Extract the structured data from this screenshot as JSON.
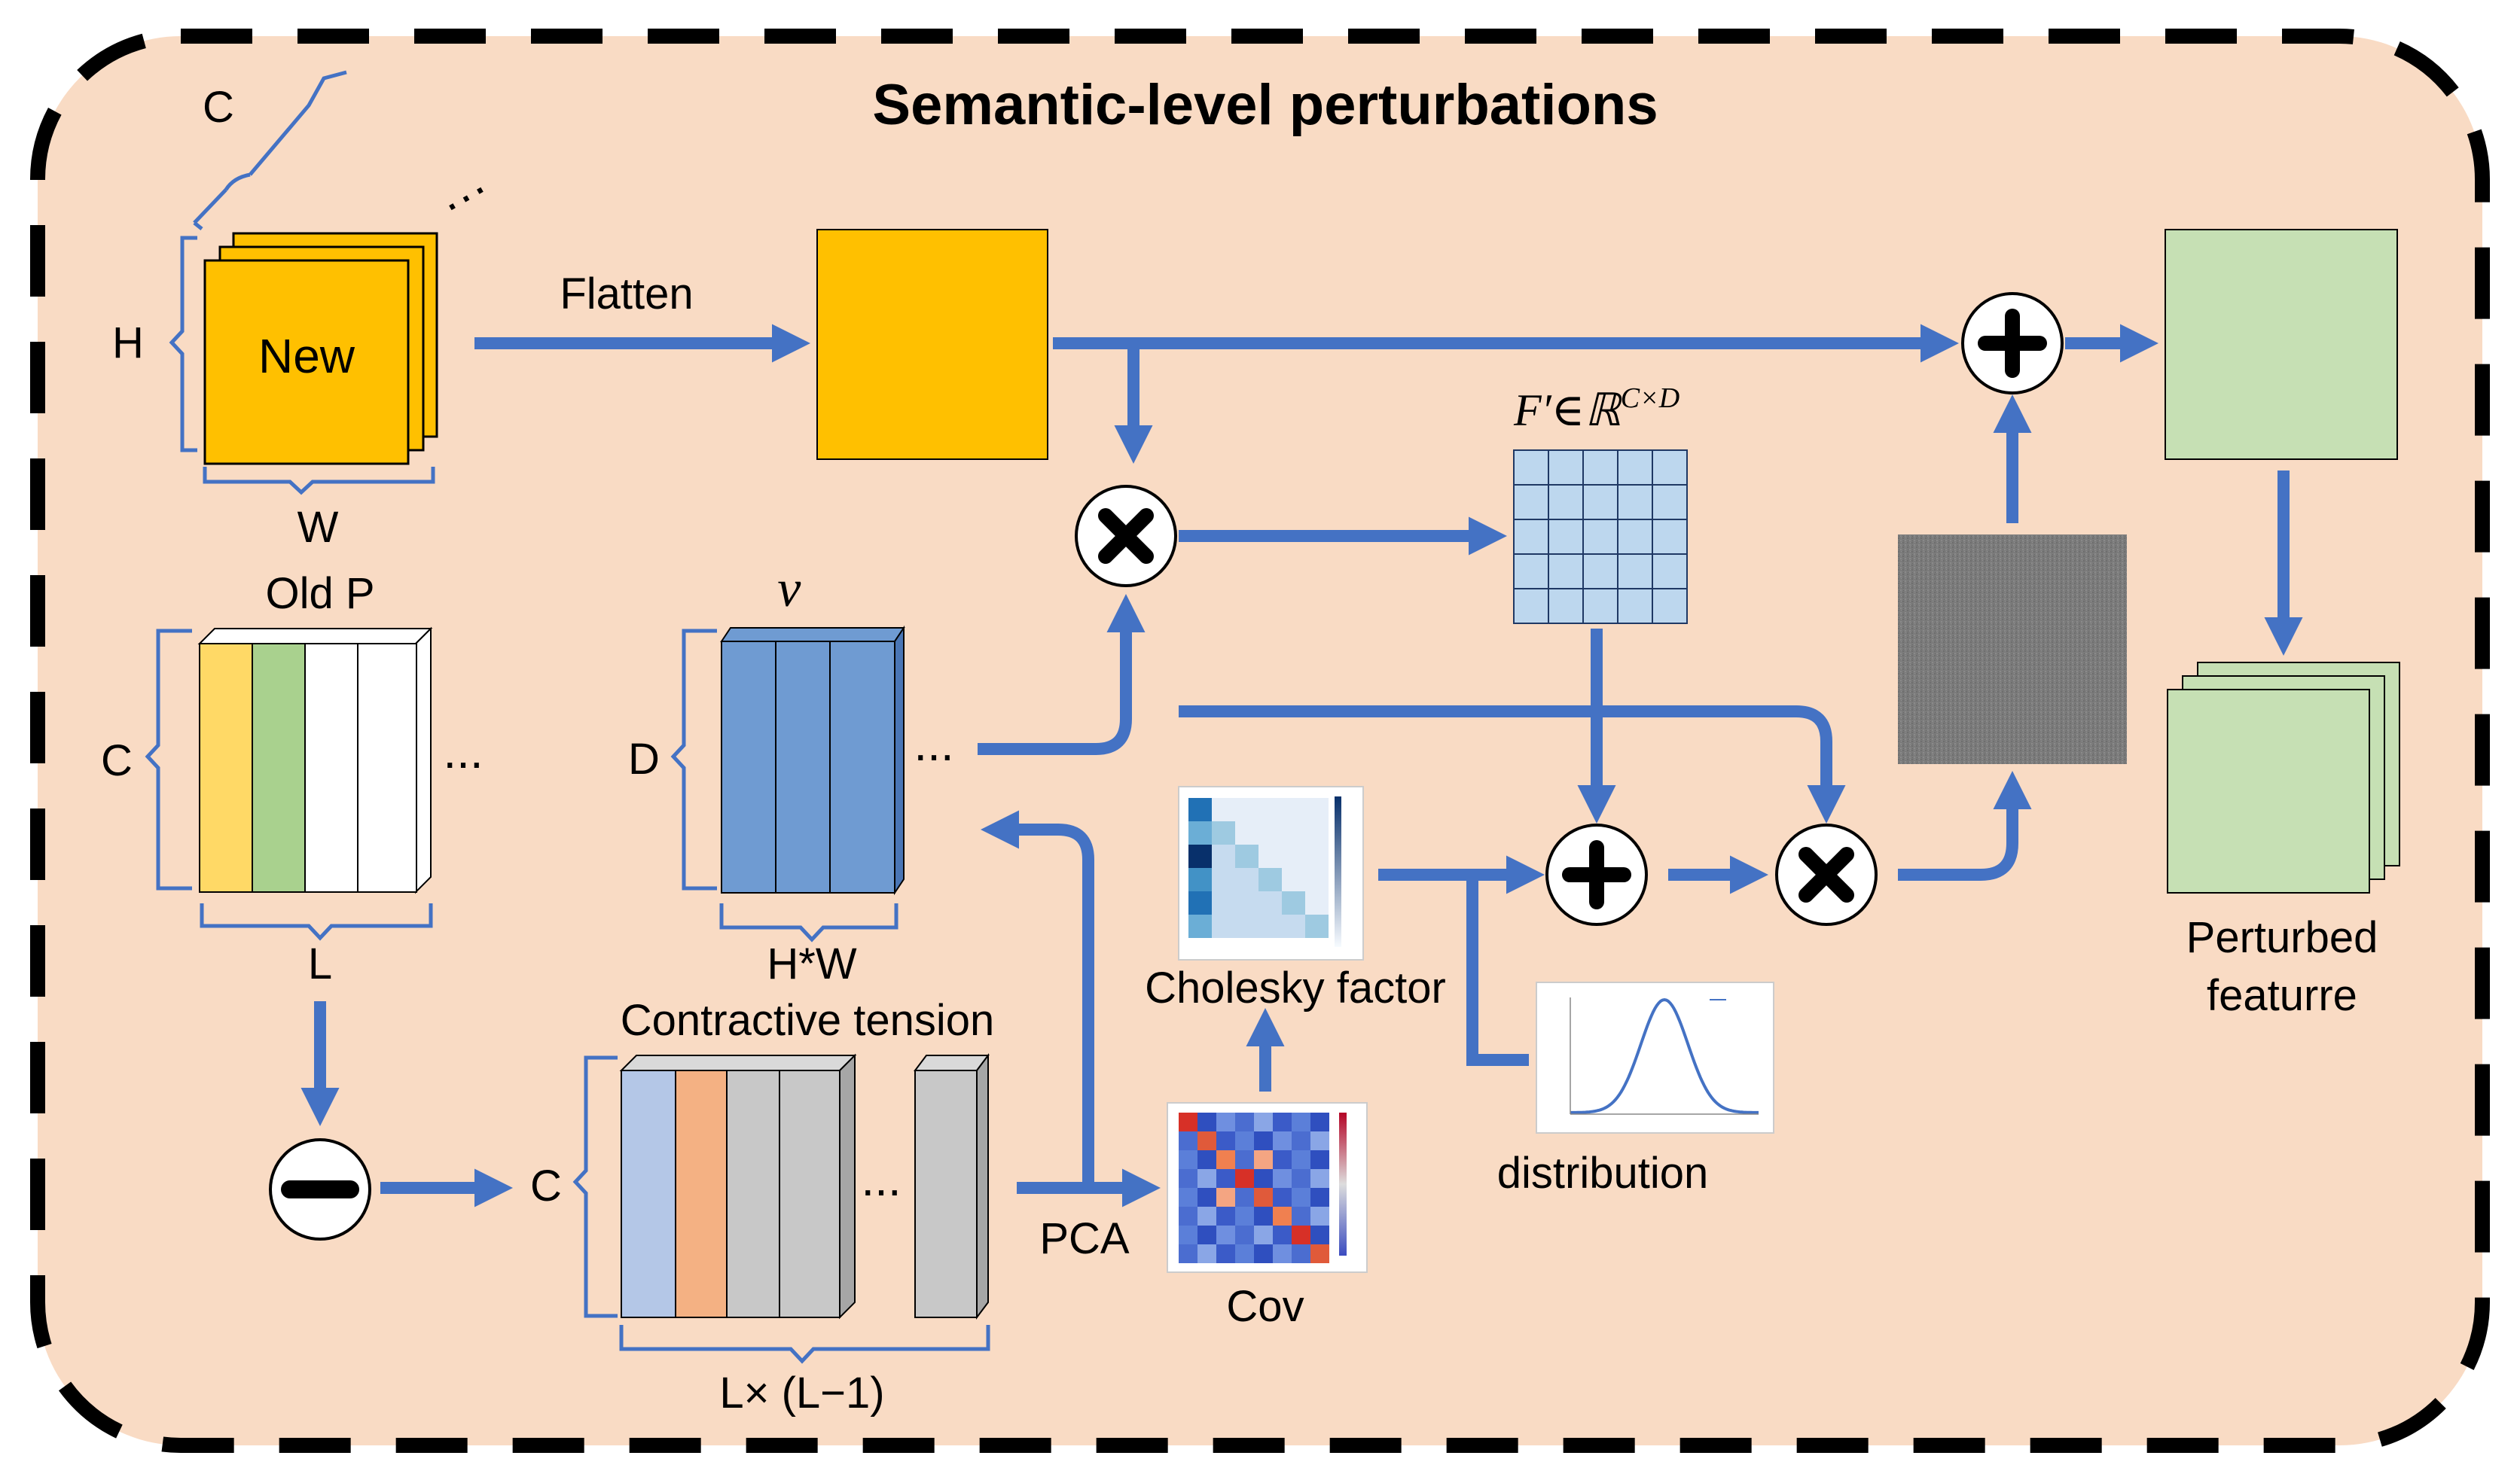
{
  "title": "Semantic-level perturbations",
  "labels": {
    "new": "New",
    "c_top": "C",
    "h": "H",
    "w": "W",
    "flatten": "Flatten",
    "old_p": "Old P",
    "c_oldp": "C",
    "l_oldp": "L",
    "v_vec": "v⃗",
    "d": "D",
    "hw": "H*W",
    "f_prime": "F′∈ℝ",
    "f_prime_sup": "C×D",
    "contractive_tension": "Contractive tension",
    "c_ct": "C",
    "lxl1": "L× (L−1)",
    "pca": "PCA",
    "cov": "Cov",
    "cholesky": "Cholesky factor",
    "distribution": "distribution",
    "perturbed1": "Perturbed",
    "perturbed2": "featurre",
    "ellipsis": "..."
  },
  "icons": {
    "plus": "circle-plus-icon",
    "times": "circle-times-icon",
    "minus": "circle-minus-icon"
  },
  "colors": {
    "background": "#f9dbc4",
    "border": "#000000",
    "arrow": "#4472c4",
    "bracket": "#4472c4",
    "yellow": "#ffc000",
    "green_feature": "#c6e0b4",
    "blue_bar": "#6f9bd2",
    "light_blue": "#bdd7ee",
    "gray_bar": "#c8c8c8",
    "orange_bar": "#f4b183",
    "old_yellow": "#ffd966",
    "old_green": "#a9d18e",
    "noise": "#7b7b7b"
  }
}
